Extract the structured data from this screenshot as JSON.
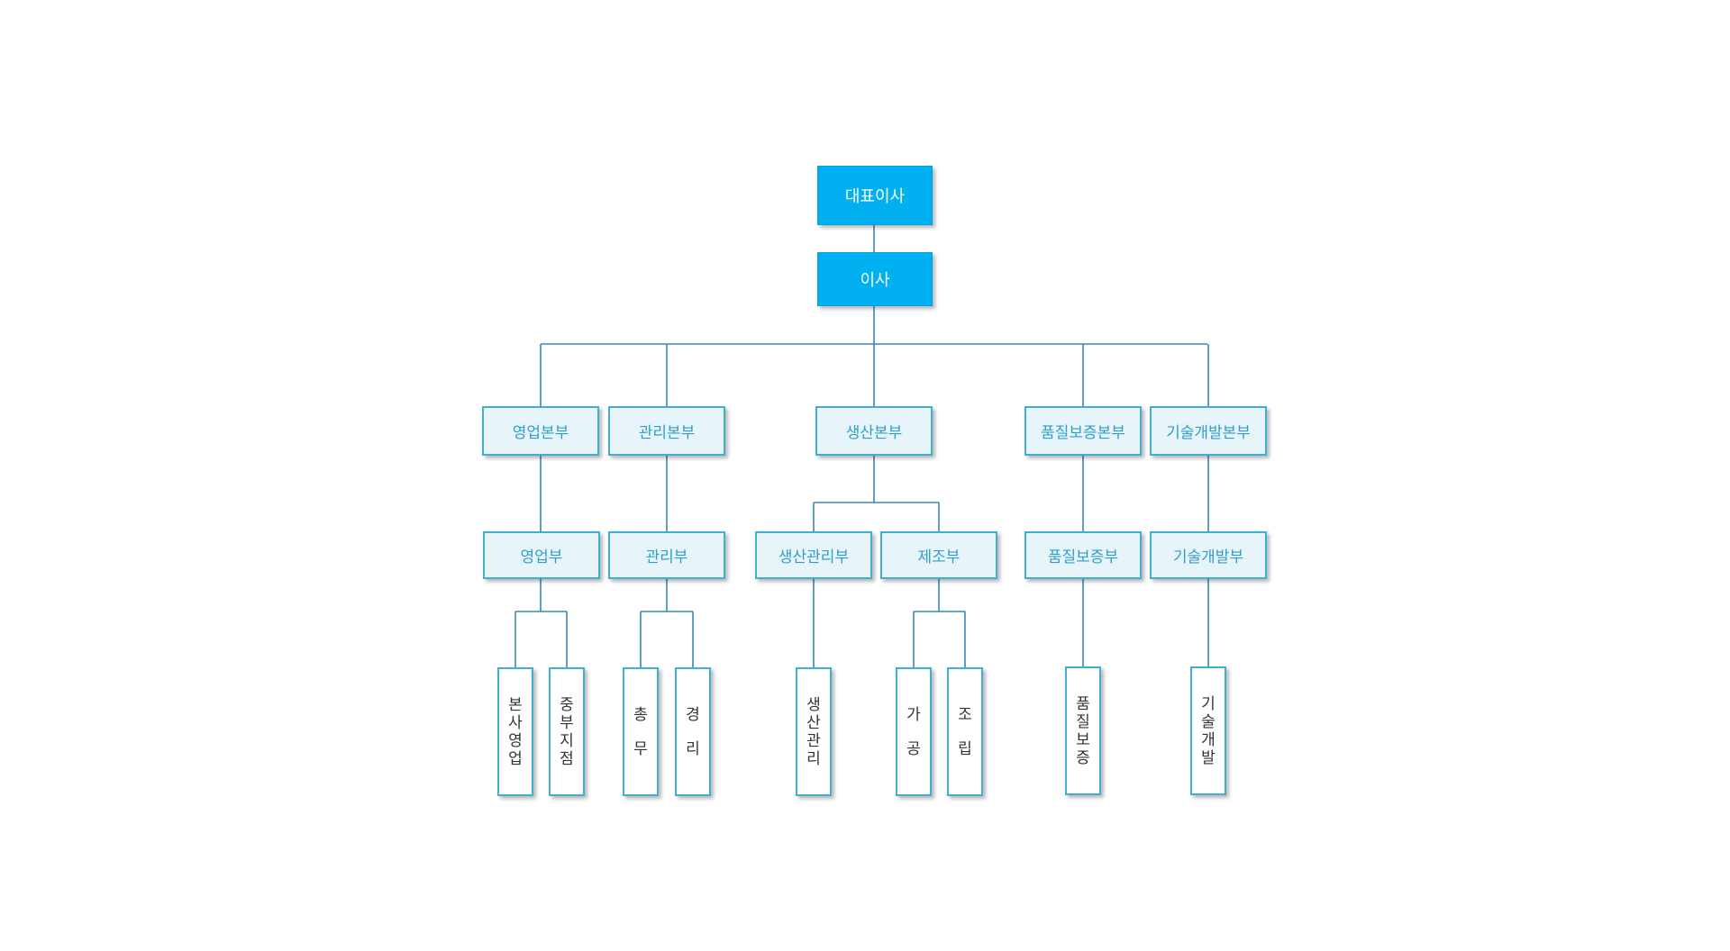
{
  "org": {
    "ceo": "대표이사",
    "director": "이사",
    "divisions": [
      "영업본부",
      "관리본부",
      "생산본부",
      "품질보증본부",
      "기술개발본부"
    ],
    "departments": [
      "영업부",
      "관리부",
      "생산관리부",
      "제조부",
      "품질보증부",
      "기술개발부"
    ],
    "teams": [
      "본사영업",
      "중부지점",
      "총무",
      "경리",
      "생산관리",
      "가공",
      "조립",
      "품질보증",
      "기술개발"
    ]
  },
  "colors": {
    "top_fill": "#00b0f0",
    "dept_fill": "#e7f5fb",
    "dept_border": "#3fb0d4",
    "dept_text": "#2f9fc9",
    "connector": "#3a87b6"
  }
}
